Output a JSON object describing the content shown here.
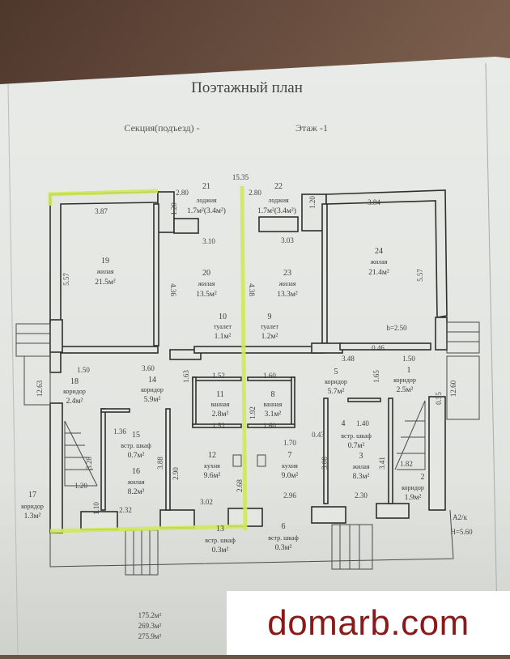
{
  "document": {
    "title": "Поэтажный план",
    "section_label": "Секция(подъезд) -",
    "floor_label": "Этаж -1",
    "overall_width": "15.35",
    "class_label": "А2/к",
    "height_label": "Н=5.60",
    "ceiling_label": "h=2.50"
  },
  "rooms": [
    {
      "num": "19",
      "type": "жилая",
      "area": "21.5м²"
    },
    {
      "num": "20",
      "type": "жилая",
      "area": "13.5м²"
    },
    {
      "num": "21",
      "type": "лоджия",
      "area": "1.7м²(3.4м²)"
    },
    {
      "num": "22",
      "type": "лоджия",
      "area": "1.7м²(3.4м²)"
    },
    {
      "num": "23",
      "type": "жилая",
      "area": "13.3м²"
    },
    {
      "num": "24",
      "type": "жилая",
      "area": "21.4м²"
    },
    {
      "num": "10",
      "type": "туалет",
      "area": "1.1м²"
    },
    {
      "num": "9",
      "type": "туалет",
      "area": "1.2м²"
    },
    {
      "num": "18",
      "type": "коридор",
      "area": "2.4м²"
    },
    {
      "num": "14",
      "type": "коридор",
      "area": "5.9м²"
    },
    {
      "num": "11",
      "type": "ванная",
      "area": "2.8м²"
    },
    {
      "num": "8",
      "type": "ванная",
      "area": "3.1м²"
    },
    {
      "num": "5",
      "type": "коридор",
      "area": "5.7м²"
    },
    {
      "num": "1",
      "type": "коридор",
      "area": "2.5м²"
    },
    {
      "num": "15",
      "type": "встр. шкаф",
      "area": "0.7м²"
    },
    {
      "num": "4",
      "type": "встр. шкаф",
      "area": "0.7м²"
    },
    {
      "num": "12",
      "type": "кухня",
      "area": "9.6м²"
    },
    {
      "num": "7",
      "type": "кухня",
      "area": "9.0м²"
    },
    {
      "num": "16",
      "type": "жилая",
      "area": "8.2м²"
    },
    {
      "num": "3",
      "type": "жилая",
      "area": "8.3м²"
    },
    {
      "num": "2",
      "type": "коридор",
      "area": "1.9м²"
    },
    {
      "num": "17",
      "type": "коридор",
      "area": "1.3м²"
    },
    {
      "num": "13",
      "type": "встр. шкаф",
      "area": "0.3м²"
    },
    {
      "num": "6",
      "type": "встр. шкаф",
      "area": "0.3м²"
    }
  ],
  "dimensions": [
    "2.80",
    "1.20",
    "2.80",
    "1.20",
    "3.87",
    "3.84",
    "3.10",
    "3.03",
    "5.57",
    "5.57",
    "4.36",
    "4.38",
    "3.60",
    "1.50",
    "1.52",
    "1.60",
    "3.48",
    "0.46",
    "1.50",
    "12.63",
    "12.60",
    "1.63",
    "1.92",
    "1.65",
    "1.36",
    "1.52",
    "1.60",
    "1.70",
    "0.43",
    "1.40",
    "3.28",
    "3.88",
    "2.90",
    "2.68",
    "3.08",
    "3.41",
    "3.02",
    "2.96",
    "2.32",
    "2.30",
    "1.20",
    "1.10",
    "1.82",
    "0.55"
  ],
  "totals": [
    "175.2м²",
    "269.3м²",
    "275.9м²"
  ],
  "watermark": "domarb.com",
  "colors": {
    "highlight": "#cfe85a",
    "watermark": "#8a1a1a",
    "paper": "#e4e6e2",
    "background": "#6b5244"
  }
}
